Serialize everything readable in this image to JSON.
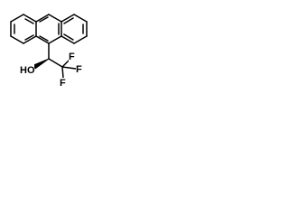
{
  "molecule": {
    "labels": {
      "hydroxyl": "HO",
      "fluorine_top": "F",
      "fluorine_right": "F",
      "fluorine_bottom": "F"
    },
    "stereo_bond": "wedge",
    "colors": {
      "bond": "#000000",
      "label": "#000000",
      "background": "#ffffff"
    }
  }
}
